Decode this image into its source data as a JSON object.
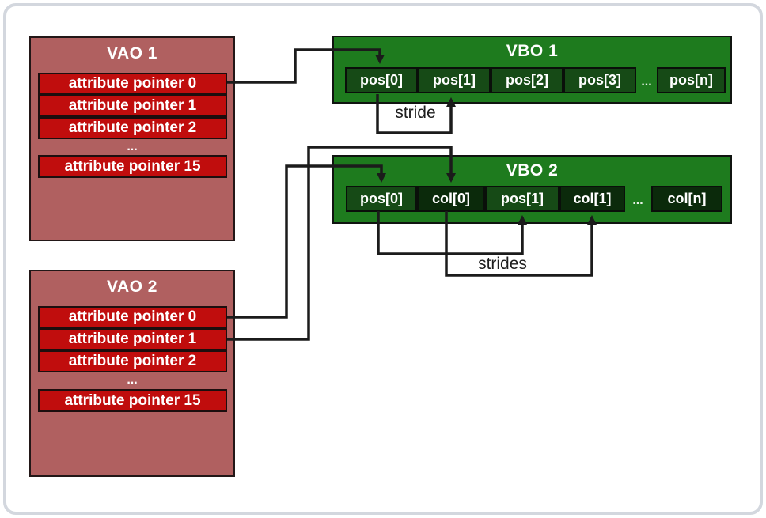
{
  "colors": {
    "vao_background": "#b06060",
    "attribute_row": "#c00d0d",
    "vbo_background": "#1e7b1e",
    "pos_cell": "#164a16",
    "col_cell": "#0b2a0b",
    "connector": "#1b1b1b",
    "frame_border": "#d3d7de",
    "text": "#ffffff"
  },
  "vaos": [
    {
      "title": "VAO 1",
      "rows": [
        "attribute pointer 0",
        "attribute pointer 1",
        "attribute pointer 2"
      ],
      "ellipsis": "...",
      "last_row": "attribute pointer 15"
    },
    {
      "title": "VAO 2",
      "rows": [
        "attribute pointer 0",
        "attribute pointer 1",
        "attribute pointer 2"
      ],
      "ellipsis": "...",
      "last_row": "attribute pointer 15"
    }
  ],
  "vbos": [
    {
      "title": "VBO 1",
      "cells": [
        "pos[0]",
        "pos[1]",
        "pos[2]",
        "pos[3]"
      ],
      "ellipsis": "...",
      "last_cell": "pos[n]"
    },
    {
      "title": "VBO 2",
      "cells": [
        "pos[0]",
        "col[0]",
        "pos[1]",
        "col[1]"
      ],
      "ellipsis": "...",
      "last_cell": "col[n]"
    }
  ],
  "labels": {
    "stride": "stride",
    "strides": "strides"
  }
}
